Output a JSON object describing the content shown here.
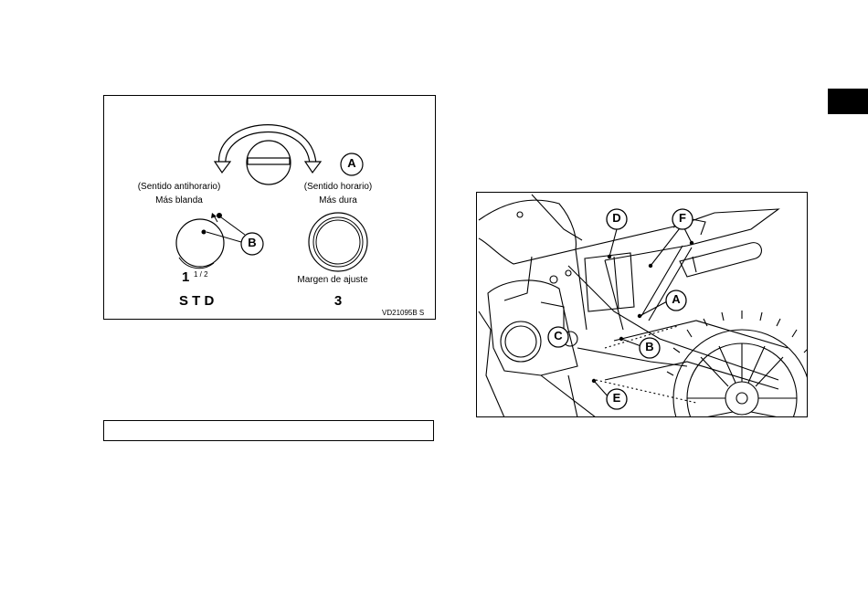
{
  "figure1": {
    "callout_a": "A",
    "callout_b": "B",
    "ccw_label": "(Sentido antihorario)",
    "ccw_desc": "Más blanda",
    "cw_label": "(Sentido horario)",
    "cw_desc": "Más dura",
    "left_value_whole": "1",
    "left_value_fraction": "1 / 2",
    "std_label": "S T D",
    "range_label": "Margen de ajuste",
    "range_value": "3",
    "figure_code": "VD21095B   S"
  },
  "figure2": {
    "callouts": [
      "A",
      "B",
      "C",
      "D",
      "E",
      "F"
    ]
  }
}
